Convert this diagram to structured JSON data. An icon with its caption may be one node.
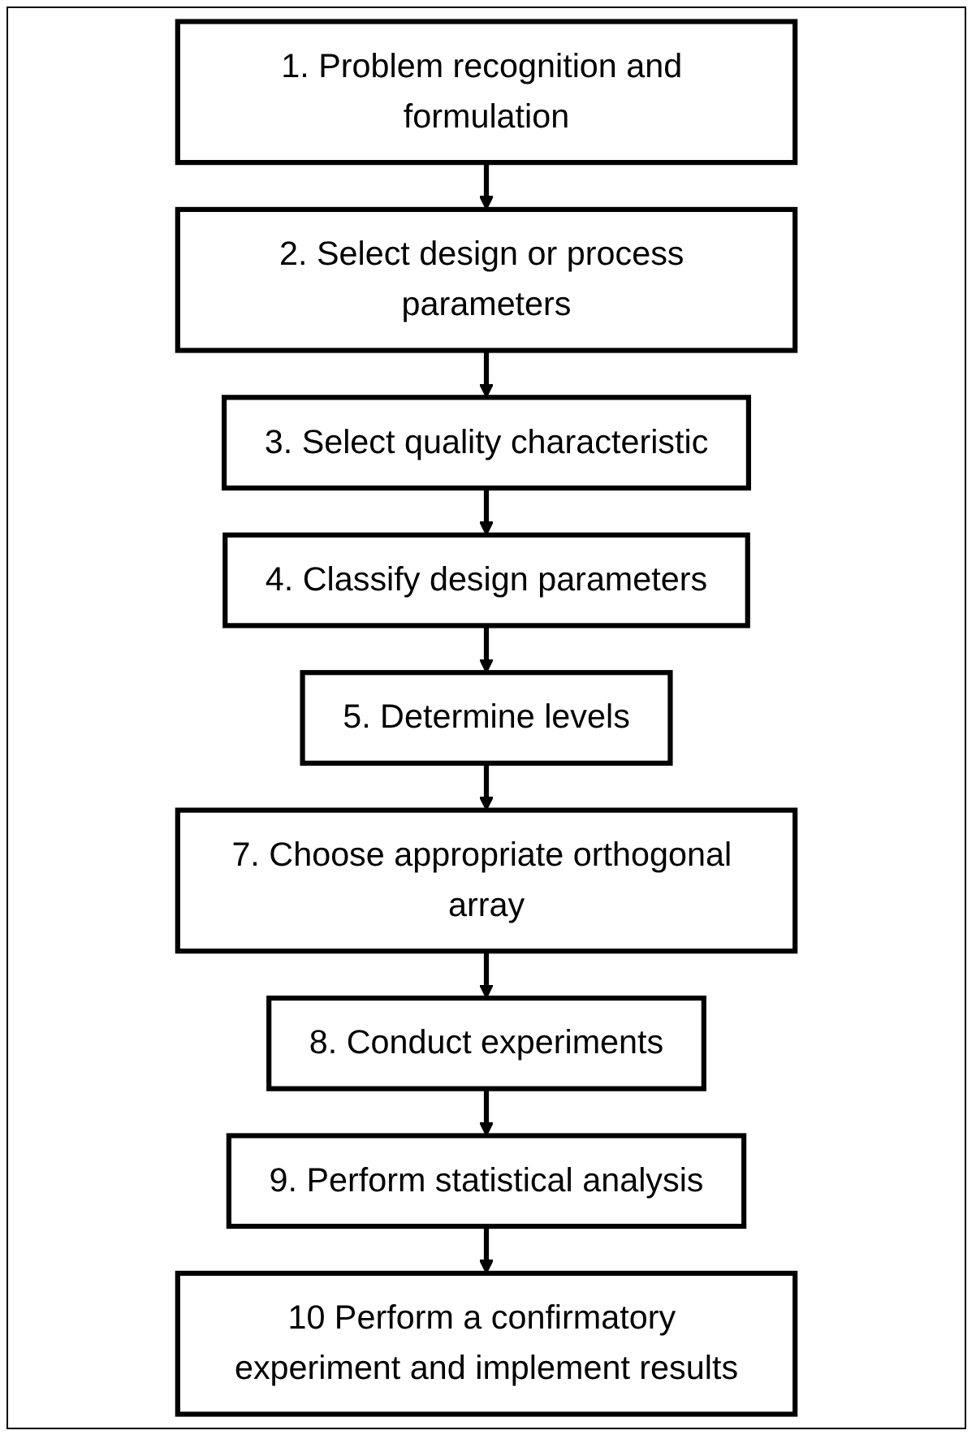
{
  "diagram": {
    "nodes": [
      {
        "text": [
          "1. Problem recognition and formulation"
        ]
      },
      {
        "text": [
          "2. Select design or process parameters"
        ]
      },
      {
        "text": [
          "3. Select quality characteristic"
        ]
      },
      {
        "text": [
          "4. Classify design parameters"
        ]
      },
      {
        "text": [
          "5. Determine levels"
        ]
      },
      {
        "text": [
          "7. Choose appropriate orthogonal array"
        ]
      },
      {
        "text": [
          "8. Conduct experiments"
        ]
      },
      {
        "text": [
          "9. Perform statistical analysis"
        ]
      },
      {
        "text": [
          "10 Perform a confirmatory experiment and implement results"
        ]
      }
    ],
    "edges": [
      {
        "from": 0,
        "to": 1,
        "arrow": "to"
      },
      {
        "from": 1,
        "to": 2,
        "arrow": "to"
      },
      {
        "from": 2,
        "to": 3,
        "arrow": "to"
      },
      {
        "from": 3,
        "to": 4,
        "arrow": "to"
      },
      {
        "from": 4,
        "to": 5,
        "arrow": "to"
      },
      {
        "from": 5,
        "to": 6,
        "arrow": "to"
      },
      {
        "from": 6,
        "to": 7,
        "arrow": "to"
      },
      {
        "from": 7,
        "to": 8,
        "arrow": "to"
      }
    ]
  }
}
